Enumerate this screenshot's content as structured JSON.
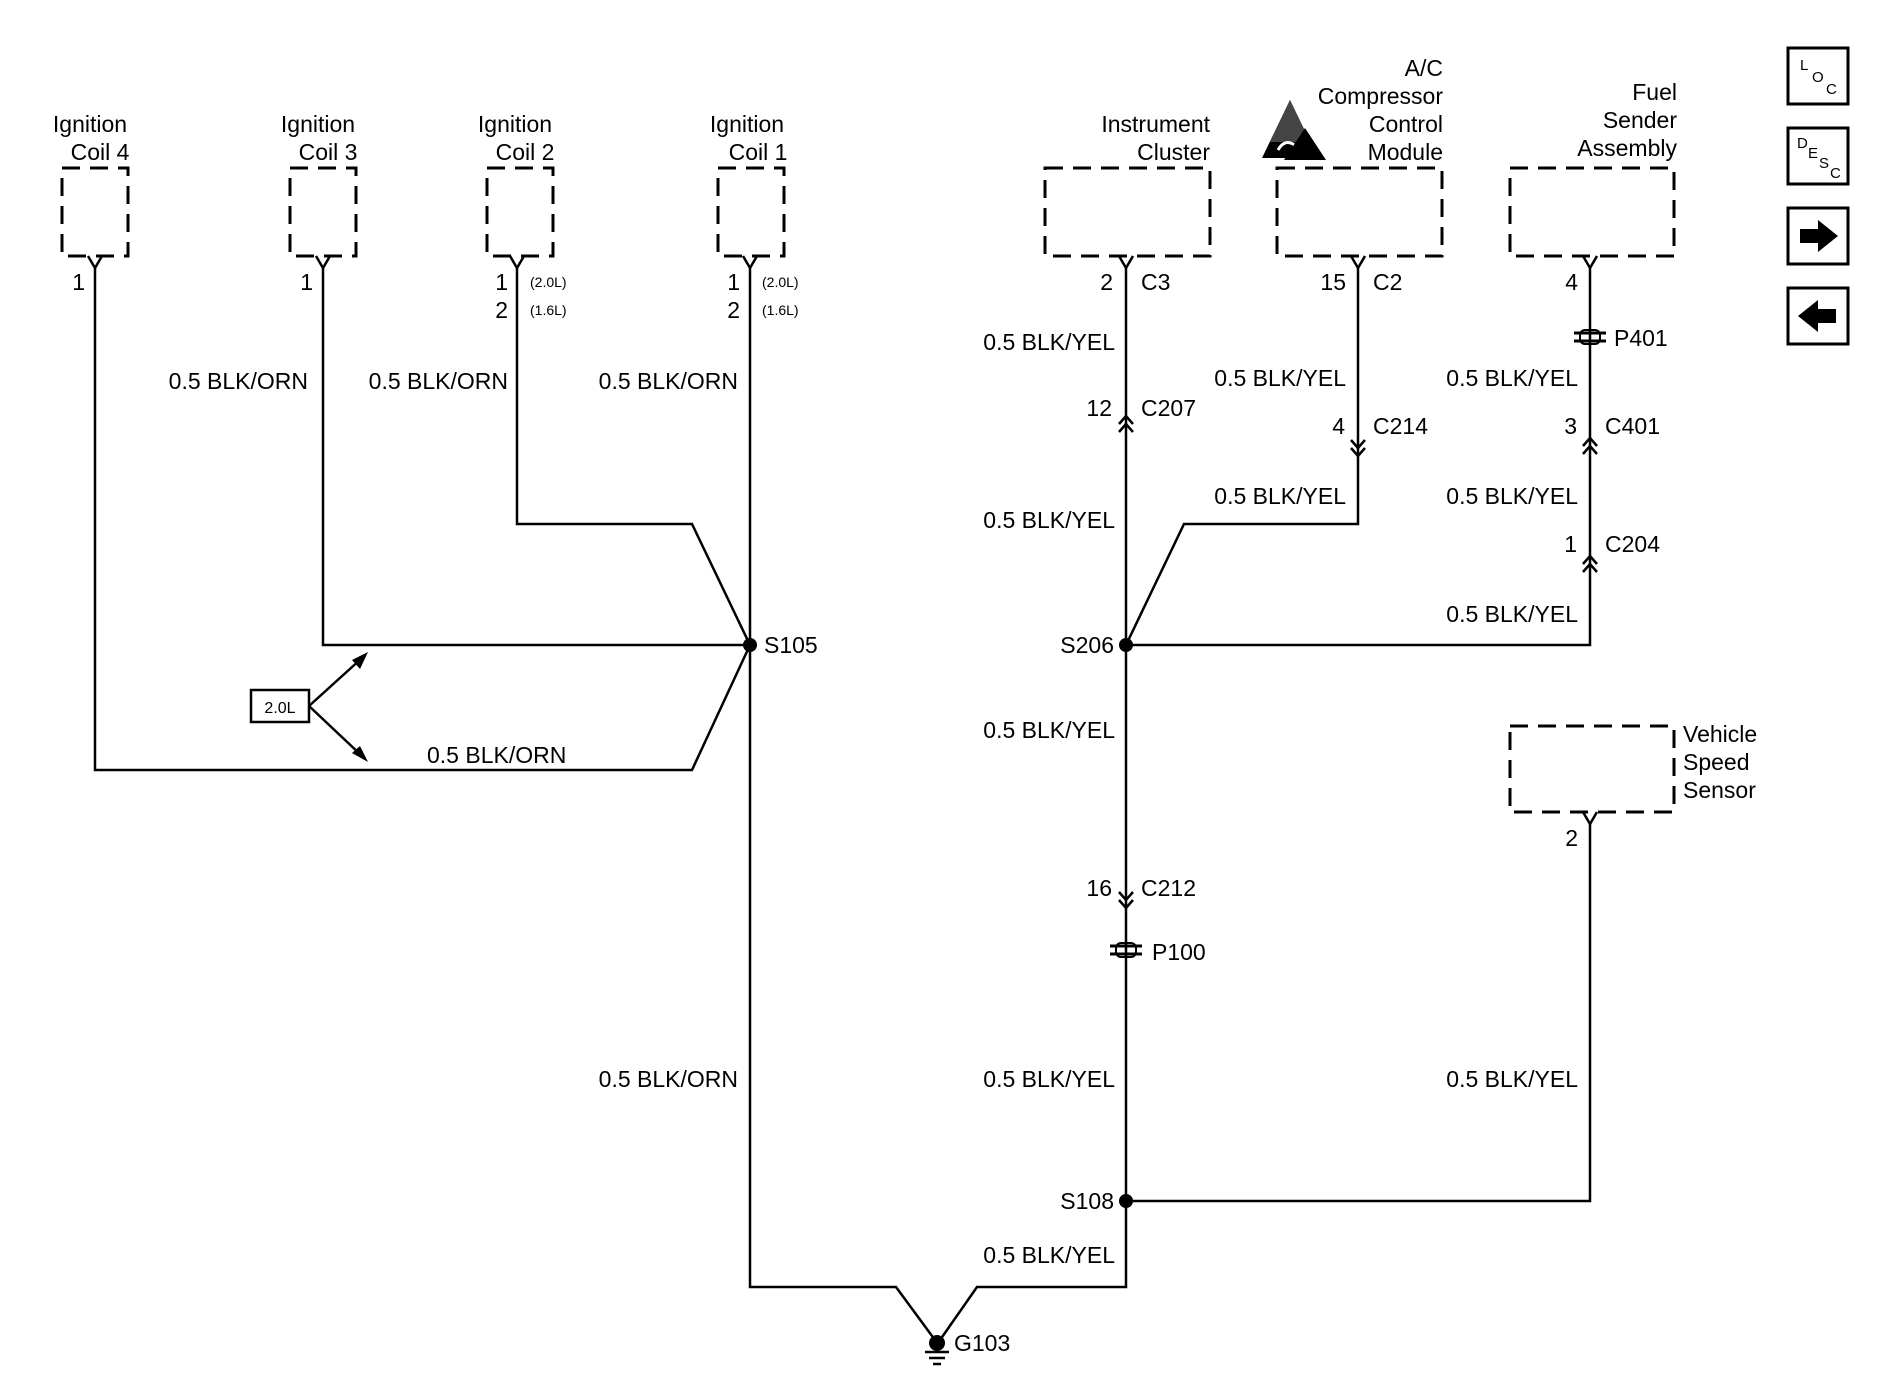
{
  "components": {
    "coil4": [
      "Ignition",
      "Coil 4"
    ],
    "coil3": [
      "Ignition",
      "Coil 3"
    ],
    "coil2": [
      "Ignition",
      "Coil 2"
    ],
    "coil1": [
      "Ignition",
      "Coil 1"
    ],
    "cluster": [
      "Instrument",
      "Cluster"
    ],
    "ac": [
      "A/C",
      "Compressor",
      "Control",
      "Module"
    ],
    "fuel": [
      "Fuel",
      "Sender",
      "Assembly"
    ],
    "vss": [
      "Vehicle",
      "Speed",
      "Sensor"
    ]
  },
  "pins": {
    "coil4": "1",
    "coil3": "1",
    "coil2_a": "1",
    "coil2_b": "2",
    "coil1_a": "1",
    "coil1_b": "2",
    "cluster": "2",
    "ac": "15",
    "fuel": "4",
    "vss": "2",
    "c207": "12",
    "c214": "4",
    "c401": "3",
    "c204": "1",
    "c212": "16"
  },
  "engine_notes": {
    "a": "(2.0L)",
    "b": "(1.6L)"
  },
  "connectors": {
    "c3": "C3",
    "c2": "C2",
    "c207": "C207",
    "c214": "C214",
    "c401": "C401",
    "c204": "C204",
    "c212": "C212",
    "p401": "P401",
    "p100": "P100"
  },
  "splices": {
    "s105": "S105",
    "s206": "S206",
    "s108": "S108"
  },
  "ground": "G103",
  "option_box": "2.0L",
  "wires": {
    "orn": "0.5 BLK/ORN",
    "yel": "0.5 BLK/YEL"
  },
  "nav": {
    "loc": {
      "l1": "L",
      "l2": "O",
      "l3": "C"
    },
    "desc": {
      "l1": "D",
      "l2": "E",
      "l3": "S",
      "l4": "C"
    }
  }
}
